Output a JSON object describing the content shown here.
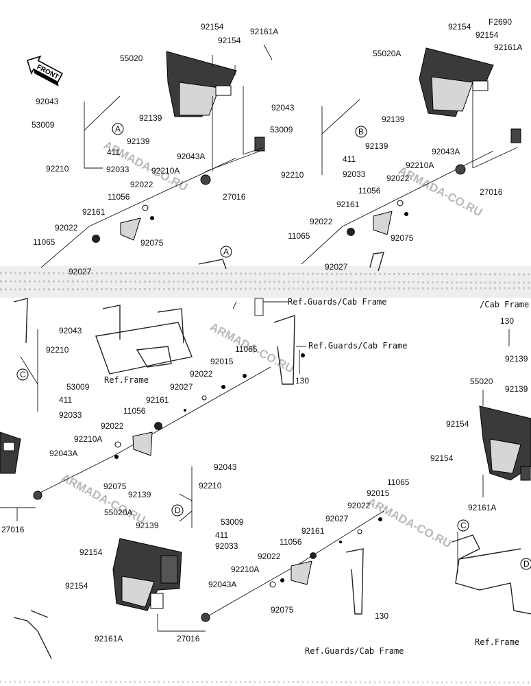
{
  "figure_code": "F2690",
  "front_label": "FRONT",
  "watermark": "ARMADA-CO.RU",
  "callouts": {
    "a": "A",
    "b": "B",
    "c": "C",
    "d": "D"
  },
  "refs": {
    "guards_cab_frame": "Ref.Guards/Cab Frame",
    "cab_frame_partial": "/Cab Frame",
    "frame": "Ref.Frame"
  },
  "parts": {
    "p55020": "55020",
    "p55020A": "55020A",
    "p92154": "92154",
    "p92161A": "92161A",
    "p92043": "92043",
    "p92043A": "92043A",
    "p92139": "92139",
    "p53009": "53009",
    "p411": "411",
    "p92210": "92210",
    "p92210A": "92210A",
    "p92033": "92033",
    "p92022": "92022",
    "p92161": "92161",
    "p11056": "11056",
    "p11065": "11065",
    "p92075": "92075",
    "p92027": "92027",
    "p27016": "27016",
    "p92015": "92015",
    "p130": "130"
  }
}
